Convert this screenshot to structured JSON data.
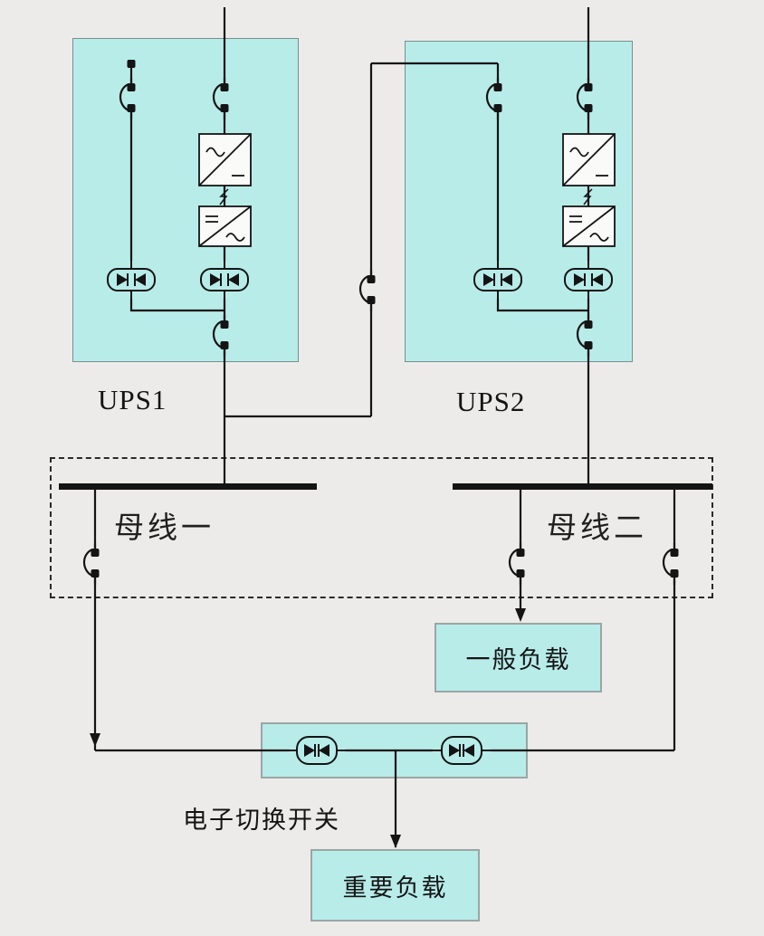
{
  "background": "#ecebe9",
  "colors": {
    "box_fill": "#b7ece9",
    "ups_box_border": "#76908e",
    "load_box_border": "#9aa6a5",
    "wire": "#141414",
    "bus_bar": "#141414"
  },
  "labels": {
    "ups1": "UPS1",
    "ups2": "UPS2",
    "bus1": "母线一",
    "bus2": "母线二",
    "transfer_switch": "电子切换开关",
    "general_load": "一般负载",
    "critical_load": "重要负载"
  },
  "symbols": {
    "breaker": "circuit-breaker",
    "static_switch": "anti-parallel-thyristor-pair",
    "rectifier": "ac-dc-rectifier-block",
    "inverter": "dc-ac-inverter-block",
    "bus_bar": "bus-bar",
    "arrow": "power-flow-arrow"
  }
}
